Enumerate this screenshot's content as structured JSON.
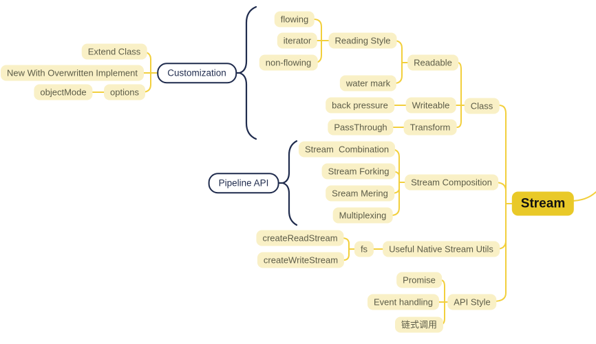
{
  "diagram": {
    "type": "mindmap",
    "root_label": "Stream"
  },
  "colors": {
    "root_fill": "#E9C928",
    "root_text": "#111111",
    "child_fill": "#F9F0C6",
    "child_text": "#5C5C48",
    "connector_line": "#F2CF3C",
    "outline_navy": "#1F2B4D",
    "background": "#FFFFFF"
  },
  "nodes": {
    "stream": {
      "label": "Stream"
    },
    "customization": {
      "label": "Customization"
    },
    "extend_class": {
      "label": "Extend Class"
    },
    "new_with_overwritten_implement": {
      "label": "New With Overwritten Implement"
    },
    "object_mode": {
      "label": "objectMode"
    },
    "options": {
      "label": "options"
    },
    "flowing": {
      "label": "flowing"
    },
    "iterator": {
      "label": "iterator"
    },
    "non_flowing": {
      "label": "non-flowing"
    },
    "reading_style": {
      "label": "Reading Style"
    },
    "water_mark": {
      "label": "water mark"
    },
    "readable": {
      "label": "Readable"
    },
    "back_pressure": {
      "label": "back pressure"
    },
    "writeable": {
      "label": "Writeable"
    },
    "pass_through": {
      "label": "PassThrough"
    },
    "transform": {
      "label": "Transform"
    },
    "class": {
      "label": "Class"
    },
    "pipeline_api": {
      "label": "Pipeline API"
    },
    "stream_combination": {
      "label": "Stream  Combination"
    },
    "stream_forking": {
      "label": "Stream Forking"
    },
    "sream_mering": {
      "label": "Sream Mering"
    },
    "multiplexing": {
      "label": "Multiplexing"
    },
    "stream_composition": {
      "label": "Stream Composition"
    },
    "create_read_stream": {
      "label": "createReadStream"
    },
    "create_write_stream": {
      "label": "createWriteStream"
    },
    "fs": {
      "label": "fs"
    },
    "useful_native_stream_utils": {
      "label": "Useful Native Stream Utils"
    },
    "promise": {
      "label": "Promise"
    },
    "event_handling": {
      "label": "Event handling"
    },
    "chained_calls": {
      "label": "链式调用"
    },
    "api_style": {
      "label": "API Style"
    }
  }
}
